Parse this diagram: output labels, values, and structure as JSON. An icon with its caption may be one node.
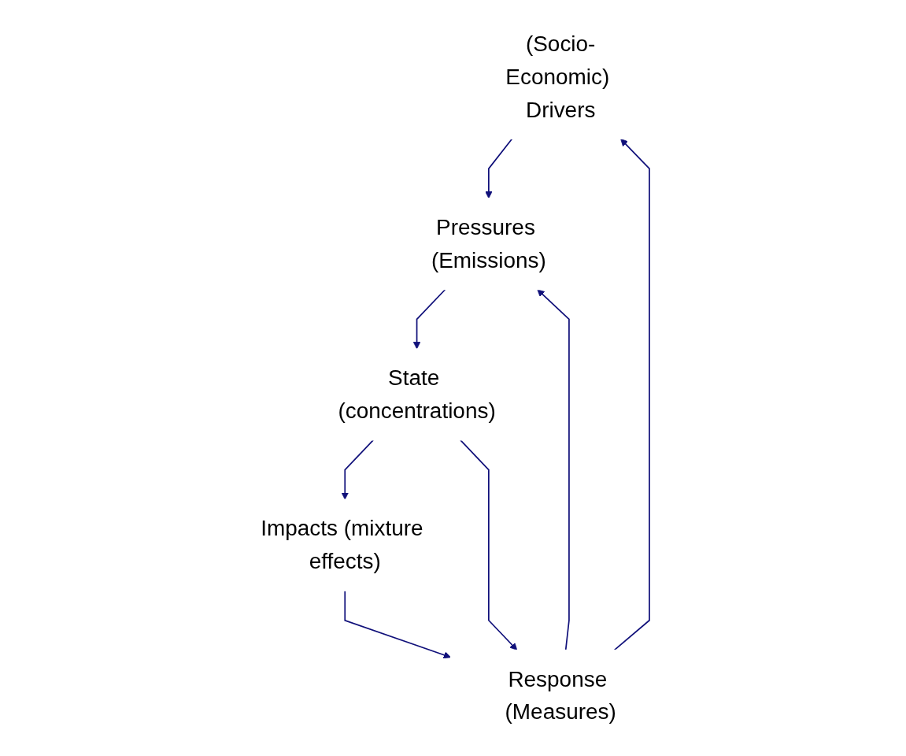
{
  "diagram": {
    "nodes": [
      {
        "text": [
          "(Socio-Economic) Drivers"
        ]
      },
      {
        "text": [
          "Pressures (Emissions)"
        ]
      },
      {
        "text": [
          "Response (Measures)"
        ]
      },
      {
        "text": [
          "State (concentrations)"
        ]
      },
      {
        "text": [
          "Impacts (mixture effects)"
        ]
      }
    ],
    "edges": [
      {
        "from": 0,
        "to": 1,
        "arrow": "to"
      },
      {
        "from": 1,
        "to": 3,
        "arrow": "to"
      },
      {
        "from": 3,
        "to": 4,
        "arrow": "to"
      },
      {
        "from": 2,
        "to": 0,
        "arrow": "to"
      },
      {
        "from": 2,
        "to": 1,
        "arrow": "to"
      },
      {
        "from": 3,
        "to": 2,
        "arrow": "to"
      },
      {
        "from": 4,
        "to": 2,
        "arrow": "to"
      }
    ]
  }
}
